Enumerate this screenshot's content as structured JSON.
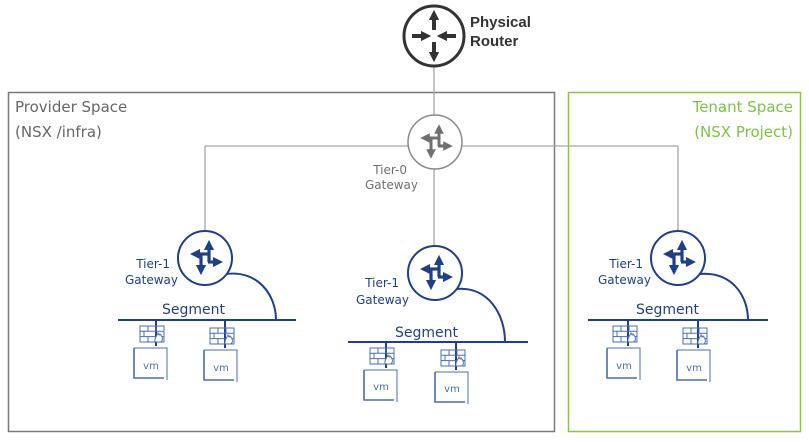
{
  "colors": {
    "provider_border": "#7a7a7a",
    "tenant_border": "#8dc63f",
    "tenant_text": "#7cc242",
    "provider_text": "#666666",
    "link_line": "#a6a6a6",
    "tier1_blue": "#1f3f8a",
    "tier0_grey": "#707070",
    "router_dark": "#333333",
    "vm_blue": "#4a6cb3"
  },
  "physical_router": {
    "label_line1": "Physical",
    "label_line2": "Router"
  },
  "provider_space": {
    "title_line1": "Provider Space",
    "title_line2": "(NSX /infra)"
  },
  "tenant_space": {
    "title_line1": "Tenant Space",
    "title_line2": "(NSX Project)"
  },
  "tier0": {
    "label_line1": "Tier-0",
    "label_line2": "Gateway"
  },
  "tier1_gateways": [
    {
      "label_line1": "Tier-1",
      "label_line2": "Gateway",
      "segment": "Segment",
      "vms": [
        "vm",
        "vm"
      ]
    },
    {
      "label_line1": "Tier-1",
      "label_line2": "Gateway",
      "segment": "Segment",
      "vms": [
        "vm",
        "vm"
      ]
    },
    {
      "label_line1": "Tier-1",
      "label_line2": "Gateway",
      "segment": "Segment",
      "vms": [
        "vm",
        "vm"
      ]
    }
  ]
}
